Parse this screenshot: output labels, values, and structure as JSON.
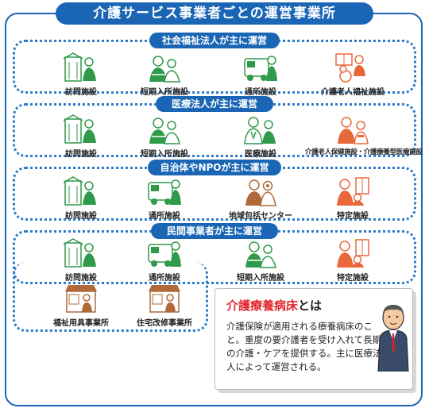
{
  "title": "介護サービス事業者ごとの運営事業所",
  "groups": [
    {
      "header": "社会福祉法人が主に運営",
      "items": [
        {
          "label": "訪問施設",
          "icon": "home-visit-icon"
        },
        {
          "label": "短期入所施設",
          "icon": "short-stay-icon"
        },
        {
          "label": "通所施設",
          "icon": "day-care-icon"
        },
        {
          "label": "介護老人福祉施設",
          "icon": "nursing-home-icon"
        }
      ]
    },
    {
      "header": "医療法人が主に運営",
      "items": [
        {
          "label": "訪問施設",
          "icon": "home-visit-icon"
        },
        {
          "label": "短期入所施設",
          "icon": "short-stay-icon"
        },
        {
          "label": "医療施設",
          "icon": "medical-facility-icon"
        },
        {
          "label": "介護老人保健施設・介護療養型医療施設",
          "icon": "health-facility-icon"
        }
      ]
    },
    {
      "header": "自治体やNPOが主に運営",
      "items": [
        {
          "label": "訪問施設",
          "icon": "home-visit-icon"
        },
        {
          "label": "通所施設",
          "icon": "day-care-icon"
        },
        {
          "label": "地域包括センター",
          "icon": "community-center-icon"
        },
        {
          "label": "特定施設",
          "icon": "specified-facility-icon"
        }
      ]
    },
    {
      "header": "民間事業者が主に運営",
      "items": [
        {
          "label": "訪問施設",
          "icon": "home-visit-icon"
        },
        {
          "label": "通所施設",
          "icon": "day-care-icon"
        },
        {
          "label": "短期入所施設",
          "icon": "short-stay-icon"
        },
        {
          "label": "特定施設",
          "icon": "specified-facility-icon"
        },
        {
          "label": "福祉用具事業所",
          "icon": "welfare-equipment-shop-icon"
        },
        {
          "label": "住宅改修事業所",
          "icon": "home-renovation-shop-icon"
        }
      ]
    }
  ],
  "info": {
    "term": "介護療養病床",
    "term_suffix": "とは",
    "description": "介護保険が適用される療養病床のこと。重度の要介護者を受け入れて長期の介護・ケアを提供する。主に医療法人によって運営される。"
  },
  "colors": {
    "primary": "#1a66b5",
    "icon_green": "#2f9a4a",
    "icon_orange": "#e8683a",
    "icon_brown": "#b06a3a",
    "highlight": "#e0262b"
  }
}
